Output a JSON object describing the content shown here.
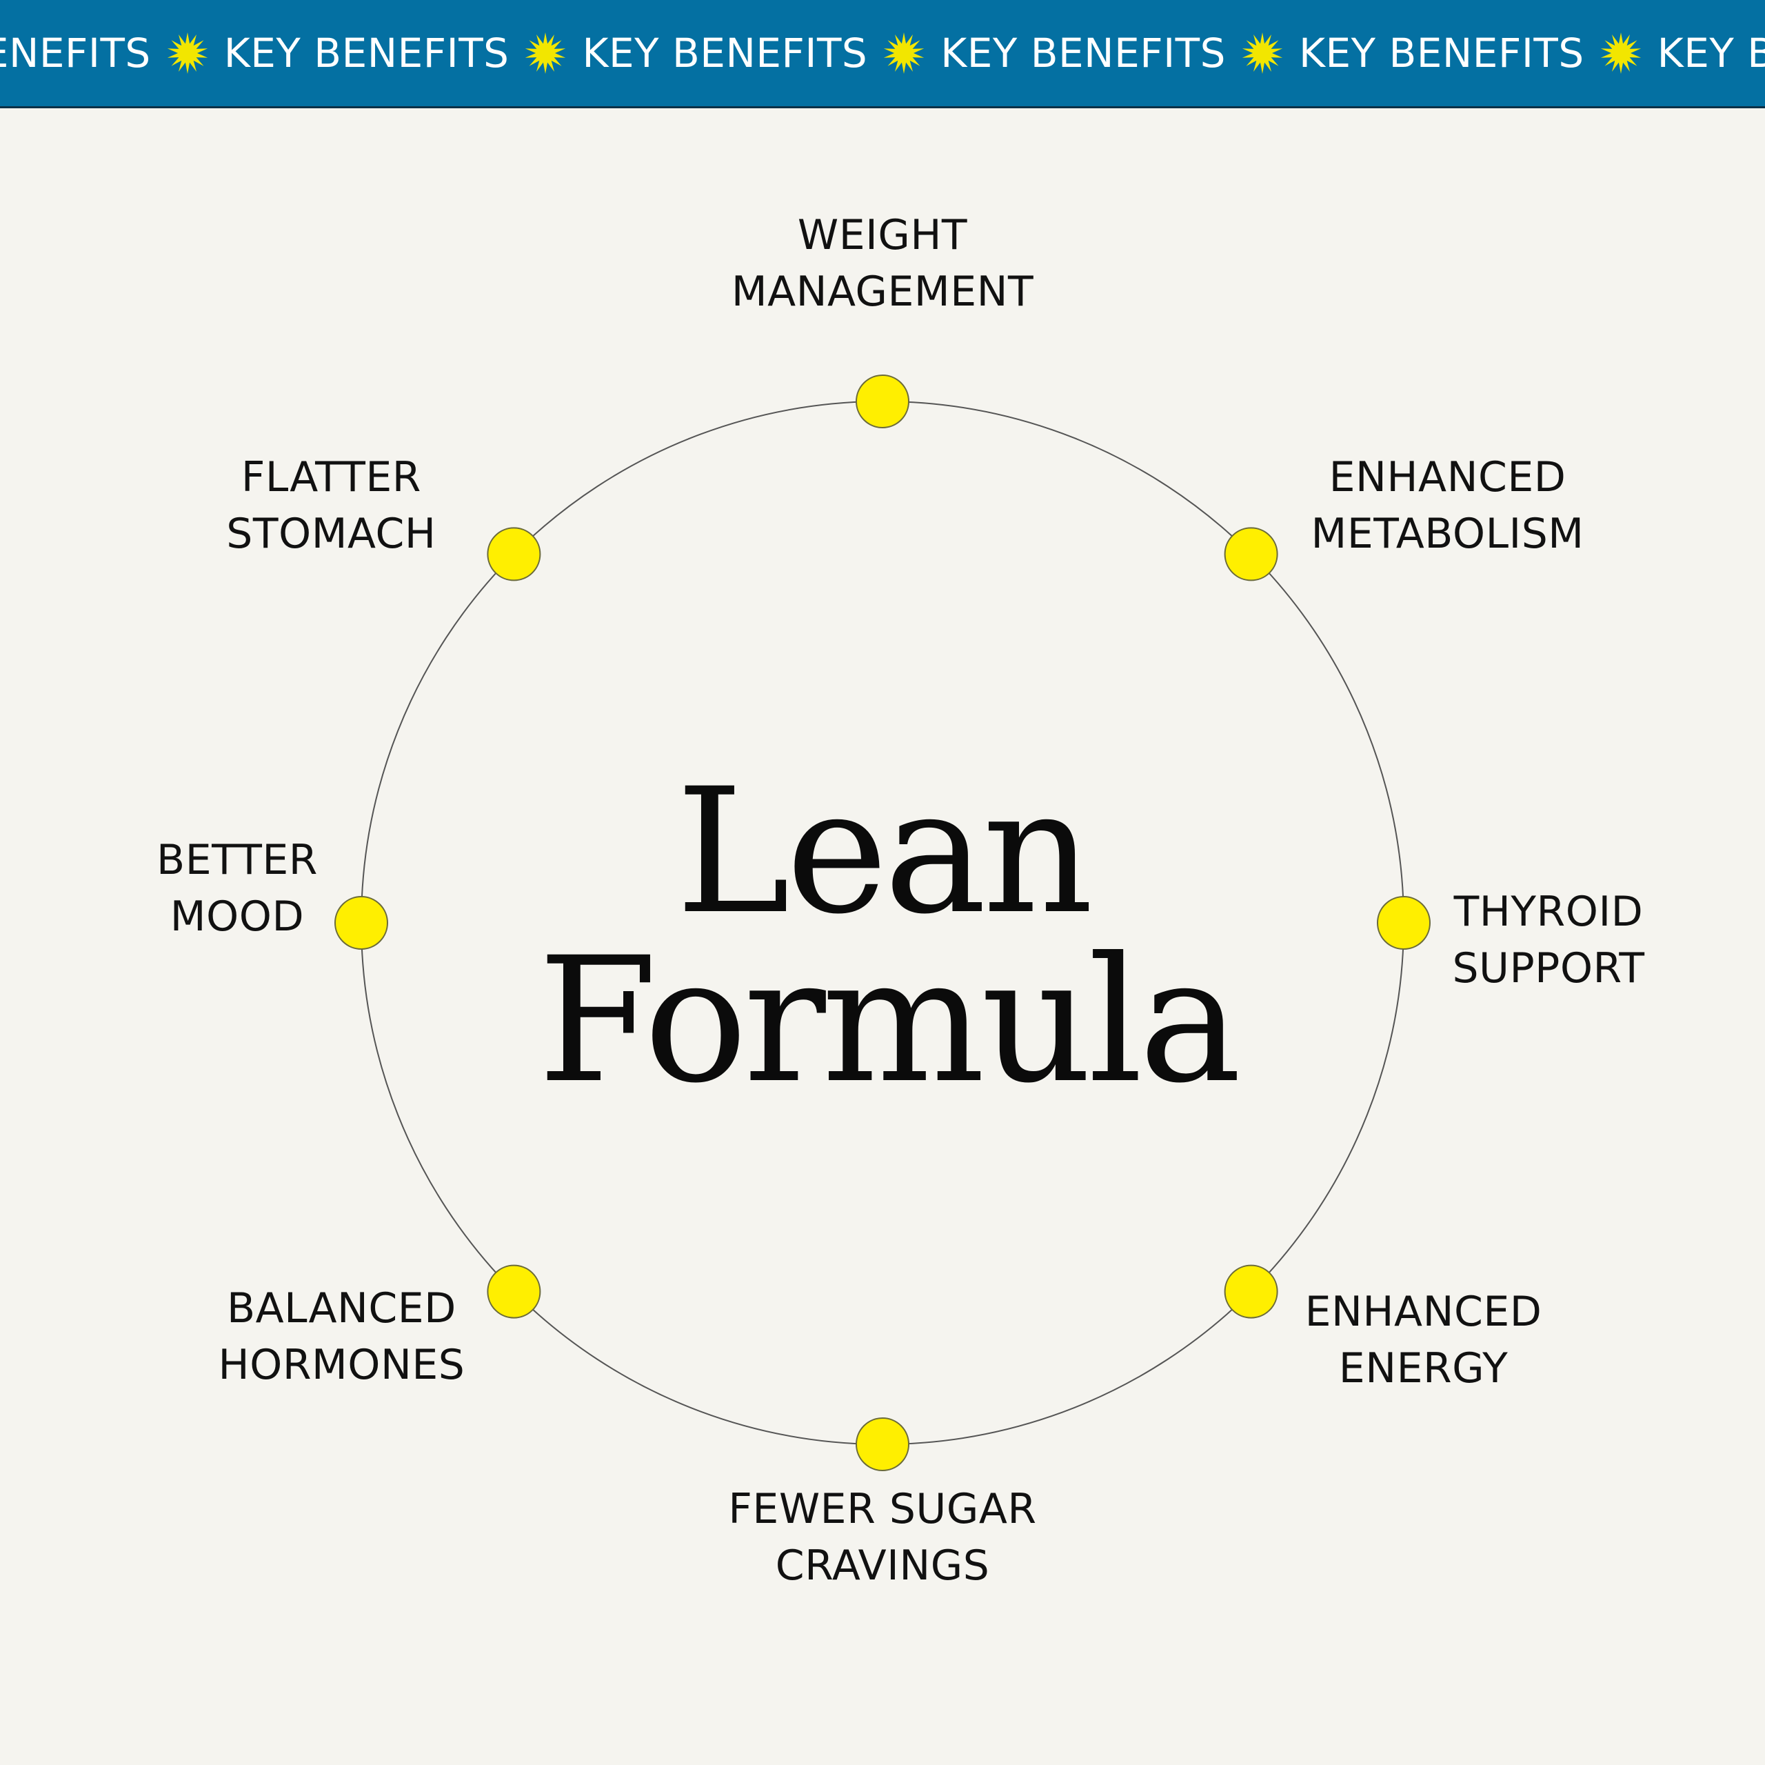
{
  "banner": {
    "text": "KEY BENEFITS",
    "repeat_count": 6,
    "background": "#0470a2",
    "icon": "starburst-icon",
    "icon_color": "#f2e600"
  },
  "diagram": {
    "title_line1": "Lean",
    "title_line2": "Formula",
    "ring_color": "#555555",
    "node_color": "#ffef00",
    "nodes": [
      {
        "id": "weight-management",
        "line1": "WEIGHT",
        "line2": "MANAGEMENT"
      },
      {
        "id": "enhanced-metabolism",
        "line1": "ENHANCED",
        "line2": "METABOLISM"
      },
      {
        "id": "thyroid-support",
        "line1": "THYROID",
        "line2": "SUPPORT"
      },
      {
        "id": "enhanced-energy",
        "line1": "ENHANCED",
        "line2": "ENERGY"
      },
      {
        "id": "fewer-sugar-cravings",
        "line1": "FEWER SUGAR",
        "line2": "CRAVINGS"
      },
      {
        "id": "balanced-hormones",
        "line1": "BALANCED",
        "line2": "HORMONES"
      },
      {
        "id": "better-mood",
        "line1": "BETTER",
        "line2": "MOOD"
      },
      {
        "id": "flatter-stomach",
        "line1": "FLATTER",
        "line2": "STOMACH"
      }
    ]
  }
}
